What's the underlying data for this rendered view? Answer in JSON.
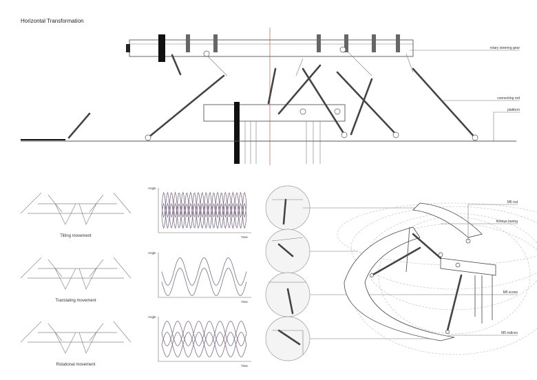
{
  "title": "Horizontal Transformation",
  "elevation_labels": {
    "rotary_steering_gear": "rotary steering gear",
    "connecting_rod": "connecting rod",
    "platform": "platform"
  },
  "movements": [
    {
      "caption": "Tilting movement",
      "y_label": "Angle",
      "x_label": "Time",
      "cycles": 11,
      "phases": 2
    },
    {
      "caption": "Translating movement",
      "y_label": "Angle",
      "x_label": "Time",
      "cycles": 3.5,
      "phases": 1
    },
    {
      "caption": "Rotational movement",
      "y_label": "Angle",
      "x_label": "Time",
      "cycles": 4,
      "phases": 2
    }
  ],
  "detail_labels": {
    "m5_nut": "M5 nut",
    "fisheye_baring": "fisheye baring",
    "m5_screw": "M5 screw",
    "m5_indices": "M5 indices"
  },
  "colors": {
    "axis_line": "#c0392b",
    "wave": "#7d6a86"
  }
}
